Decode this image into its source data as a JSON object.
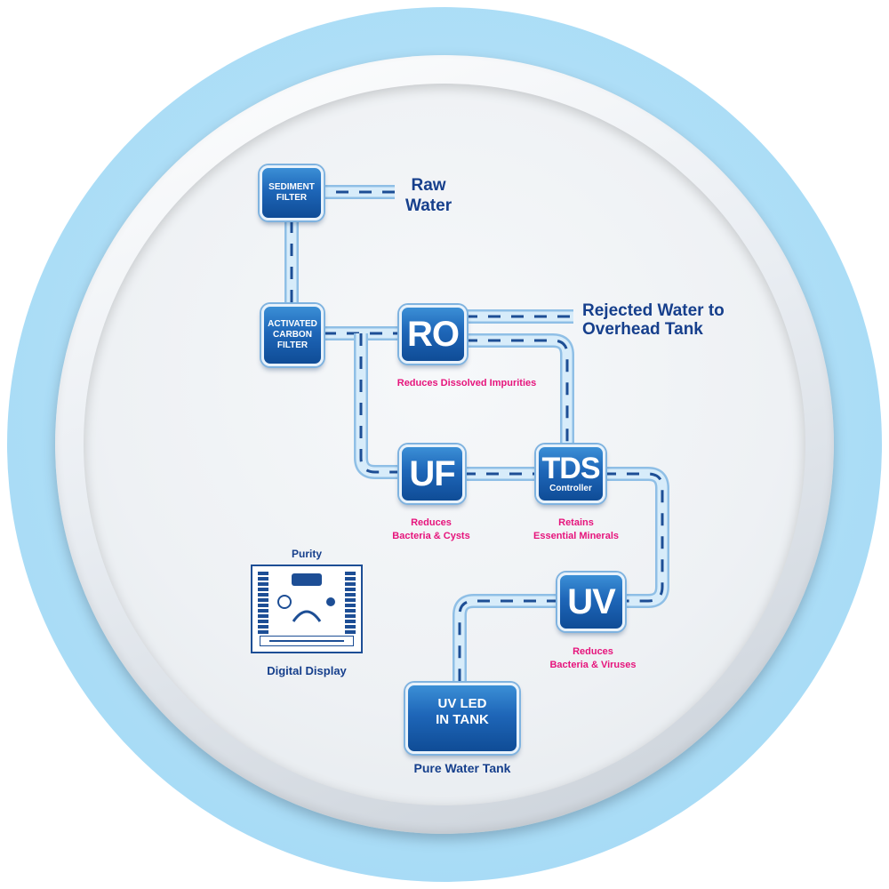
{
  "stages": {
    "sediment": {
      "line1": "SEDIMENT",
      "line2": "FILTER"
    },
    "carbon": {
      "line1": "ACTIVATED",
      "line2": "CARBON",
      "line3": "FILTER"
    },
    "ro": {
      "label": "RO",
      "desc": "Reduces Dissolved Impurities"
    },
    "uf": {
      "label": "UF",
      "desc_line1": "Reduces",
      "desc_line2": "Bacteria & Cysts"
    },
    "tds": {
      "label": "TDS",
      "sub": "Controller",
      "desc_line1": "Retains",
      "desc_line2": "Essential Minerals"
    },
    "uv": {
      "label": "UV",
      "desc_line1": "Reduces",
      "desc_line2": "Bacteria & Viruses"
    },
    "tank": {
      "line1": "UV LED",
      "line2": "IN TANK",
      "caption": "Pure Water Tank"
    }
  },
  "inputs": {
    "raw_line1": "Raw",
    "raw_line2": "Water"
  },
  "outputs": {
    "reject_line1": "Rejected Water to",
    "reject_line2": "Overhead Tank"
  },
  "display": {
    "title": "Purity",
    "caption": "Digital Display"
  },
  "colors": {
    "outer_ring": "#a9dcf6",
    "box_blue": "#1e66b8",
    "pipe_fill": "#d7ecfa",
    "pipe_flow": "#1d4e95",
    "label_blue": "#163f8c",
    "label_pink": "#e6147c"
  }
}
